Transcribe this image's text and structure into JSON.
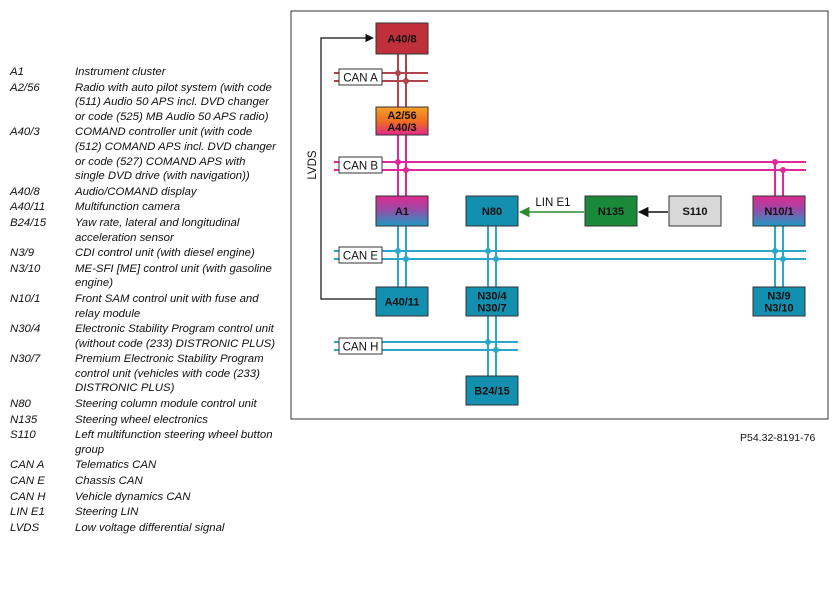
{
  "legend": [
    {
      "code": "A1",
      "desc": "Instrument cluster"
    },
    {
      "code": "A2/56",
      "desc": "Radio with auto pilot system (with code (511) Audio 50 APS incl. DVD changer or code (525) MB Audio 50 APS radio)"
    },
    {
      "code": "A40/3",
      "desc": "COMAND controller unit (with code (512) COMAND APS incl. DVD changer or code (527) COMAND APS with single DVD drive (with navigation))"
    },
    {
      "code": "A40/8",
      "desc": "Audio/COMAND display"
    },
    {
      "code": "A40/11",
      "desc": "Multifunction camera"
    },
    {
      "code": "B24/15",
      "desc": "Yaw rate, lateral and longitudinal acceleration sensor"
    },
    {
      "code": "N3/9",
      "desc": "CDI control unit (with diesel engine)"
    },
    {
      "code": "N3/10",
      "desc": "ME-SFI [ME] control unit (with gasoline engine)"
    },
    {
      "code": "N10/1",
      "desc": "Front SAM control unit with fuse and relay module"
    },
    {
      "code": "N30/4",
      "desc": "Electronic Stability Program control unit (without code (233) DISTRONIC PLUS)"
    },
    {
      "code": "N30/7",
      "desc": "Premium Electronic Stability Program control unit (vehicles with code (233) DISTRONIC PLUS)"
    },
    {
      "code": "N80",
      "desc": "Steering column module control unit"
    },
    {
      "code": "N135",
      "desc": "Steering wheel electronics"
    },
    {
      "code": "S110",
      "desc": "Left multifunction steering wheel button group"
    },
    {
      "code": "CAN A",
      "desc": "Telematics CAN"
    },
    {
      "code": "CAN E",
      "desc": "Chassis CAN"
    },
    {
      "code": "CAN H",
      "desc": "Vehicle dynamics CAN"
    },
    {
      "code": "LIN E1",
      "desc": "Steering LIN"
    },
    {
      "code": "LVDS",
      "desc": "Low voltage differential signal"
    }
  ],
  "diagram": {
    "boxes": {
      "a40_8": {
        "lines": [
          "A40/8"
        ]
      },
      "a2_56": {
        "lines": [
          "A2/56",
          "A40/3"
        ]
      },
      "a1": {
        "lines": [
          "A1"
        ]
      },
      "n80": {
        "lines": [
          "N80"
        ]
      },
      "n135": {
        "lines": [
          "N135"
        ]
      },
      "s110": {
        "lines": [
          "S110"
        ]
      },
      "n10_1": {
        "lines": [
          "N10/1"
        ]
      },
      "a40_11": {
        "lines": [
          "A40/11"
        ]
      },
      "n30": {
        "lines": [
          "N30/4",
          "N30/7"
        ]
      },
      "n3": {
        "lines": [
          "N3/9",
          "N3/10"
        ]
      },
      "b24_15": {
        "lines": [
          "B24/15"
        ]
      }
    },
    "bus_labels": {
      "can_a": "CAN A",
      "can_b": "CAN B",
      "can_e": "CAN E",
      "can_h": "CAN H",
      "lvds": "LVDS",
      "lin_e1": "LIN E1"
    },
    "colors": {
      "can_a": "#b0444a",
      "can_b": "#e0289a",
      "can_e": "#2aa7c9",
      "can_h": "#2aa7c9",
      "lin": "#2e8b2e",
      "box_red": "#c0303a",
      "box_teal": "#138fb0",
      "box_green": "#1a8a3a",
      "box_grey": "#d8d8d8"
    }
  },
  "ref_code": "P54.32-8191-76"
}
